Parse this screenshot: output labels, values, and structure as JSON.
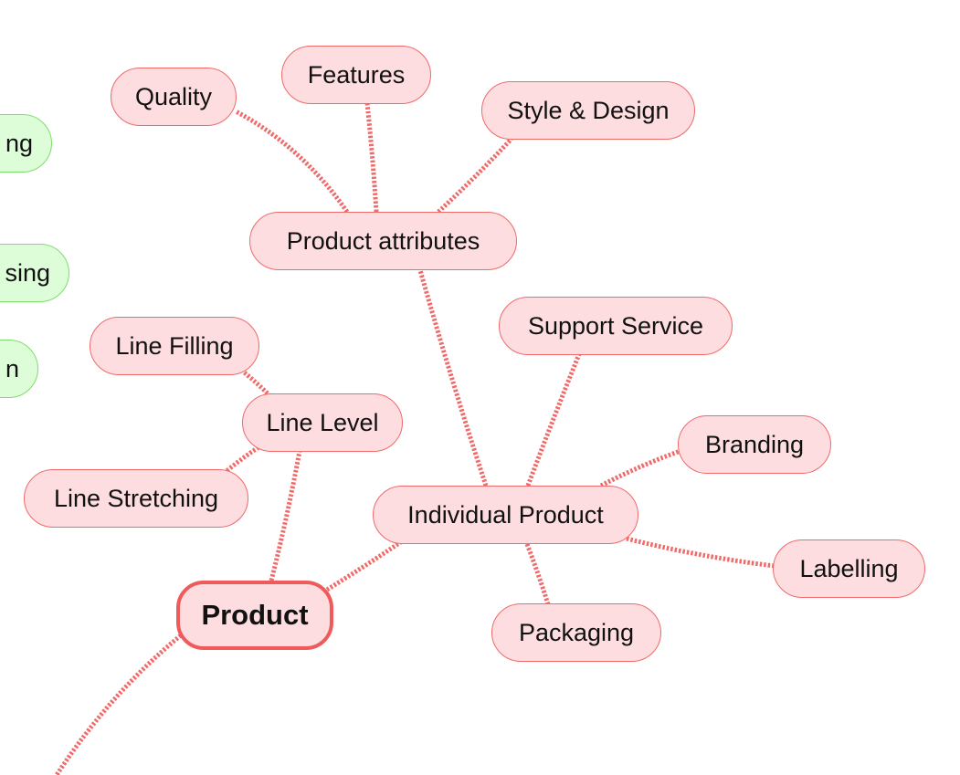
{
  "mindmap": {
    "colors": {
      "edge": "#f06a6a",
      "node_fill": "#fddde0",
      "node_border": "#f06a6a",
      "side_fill": "#ddfdd9",
      "side_border": "#7ede6b"
    },
    "root": {
      "label": "Product"
    },
    "nodes": {
      "quality": "Quality",
      "features": "Features",
      "style_design": "Style & Design",
      "product_attributes": "Product attributes",
      "support_service": "Support Service",
      "line_filling": "Line Filling",
      "line_level": "Line Level",
      "branding": "Branding",
      "line_stretching": "Line Stretching",
      "individual_product": "Individual Product",
      "labelling": "Labelling",
      "packaging": "Packaging"
    },
    "side_nodes": {
      "a": "ng",
      "b": "sing",
      "c": "n"
    }
  }
}
